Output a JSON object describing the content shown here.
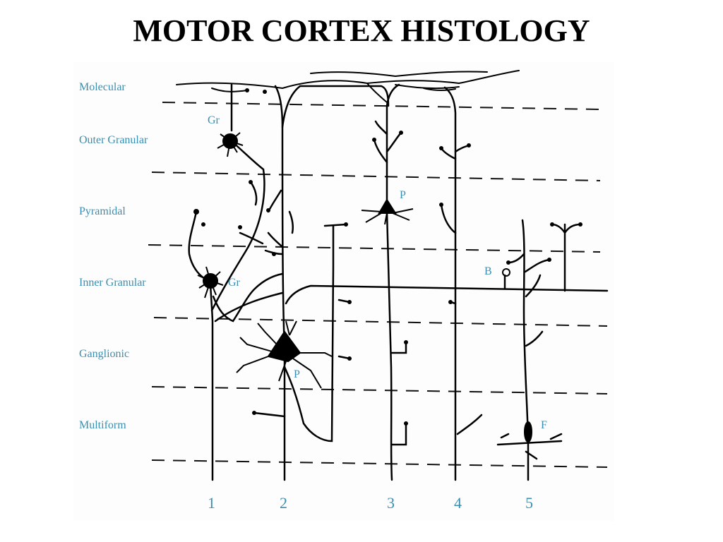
{
  "title": "MOTOR CORTEX HISTOLOGY",
  "colors": {
    "label": "#3a8fb0",
    "ink": "#000000",
    "panel_background": "#fdfdfd",
    "boundary_dash": "#111111"
  },
  "layers": [
    {
      "label": "Molecular"
    },
    {
      "label": "Outer Granular"
    },
    {
      "label": "Pyramidal"
    },
    {
      "label": "Inner Granular"
    },
    {
      "label": "Ganglionic"
    },
    {
      "label": "Multiform"
    }
  ],
  "cell_labels": {
    "granule_upper": "Gr",
    "granule_lower": "Gr",
    "pyramidal_small": "P",
    "pyramidal_large": "P",
    "basket": "B",
    "fusiform": "F"
  },
  "column_numbers": [
    "1",
    "2",
    "3",
    "4",
    "5"
  ]
}
